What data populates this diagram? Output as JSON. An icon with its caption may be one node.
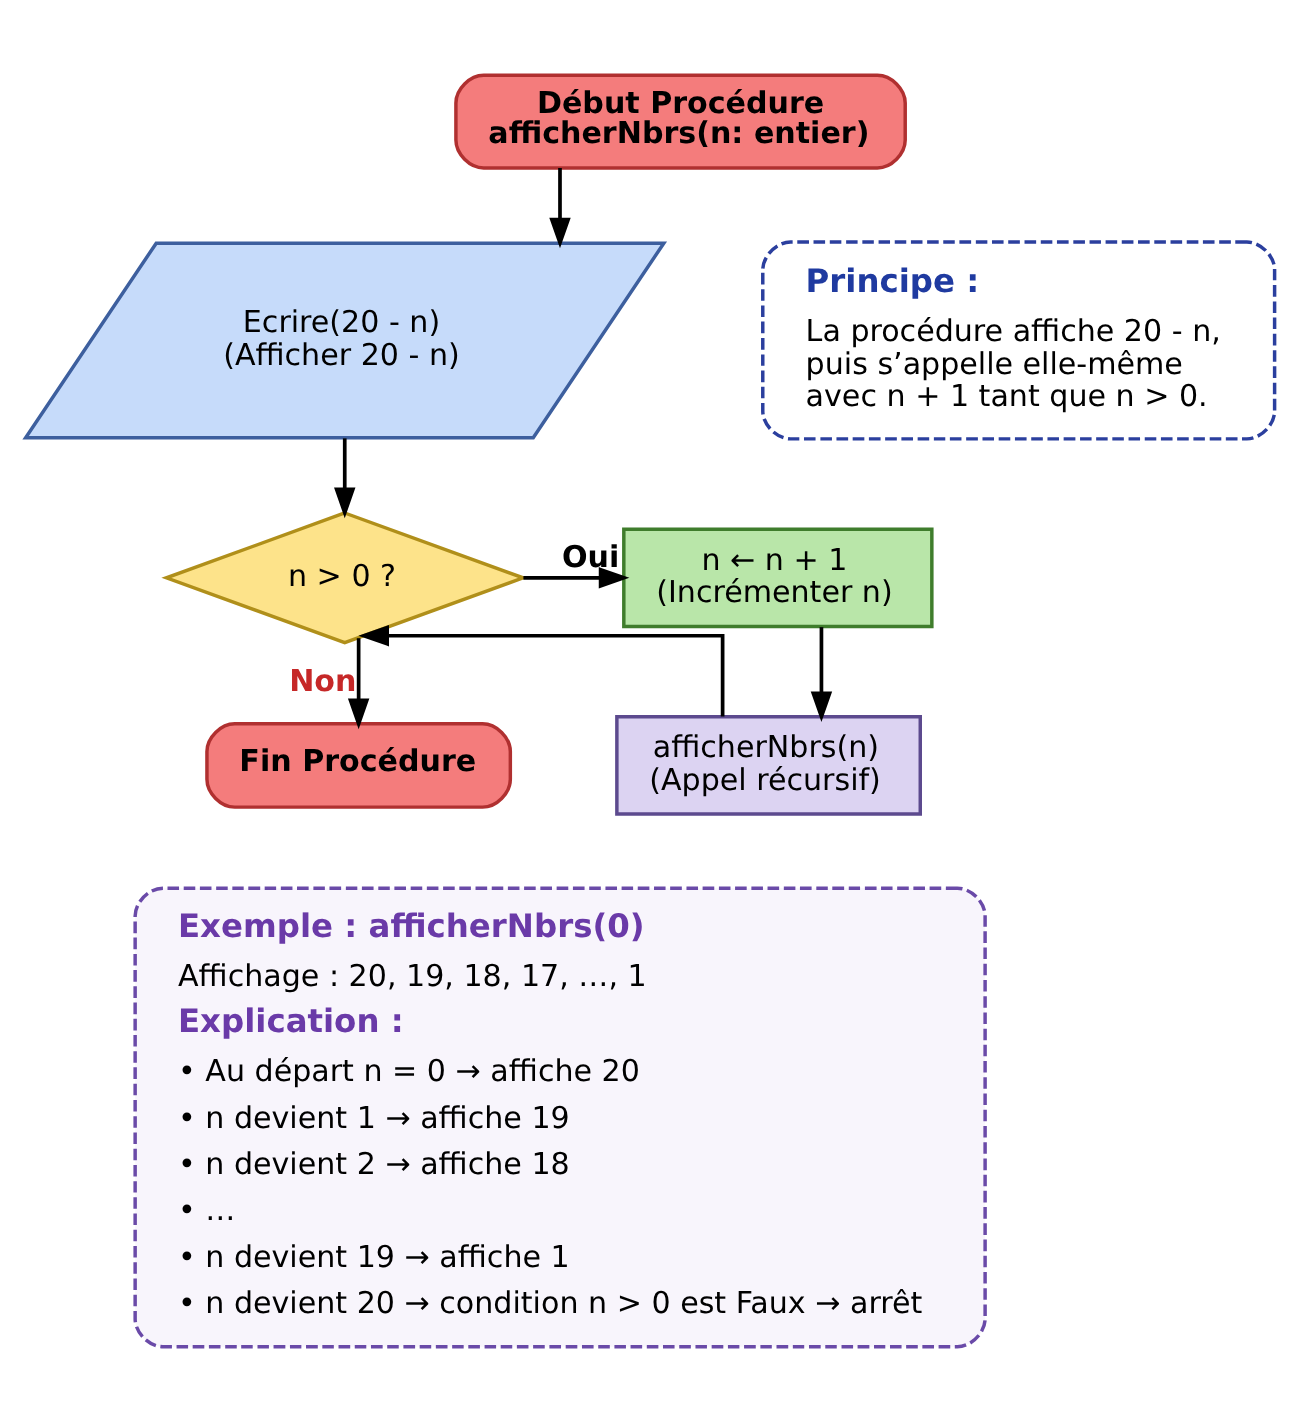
{
  "diagram": {
    "nodes": [
      {
        "text": [
          "Début Procédure afficherNbrs(n: entier)"
        ]
      },
      {
        "text": [
          "Ecrire(20 - n)",
          "(Afficher 20 - n)"
        ]
      },
      {
        "text": [
          "n > 0 ?"
        ]
      },
      {
        "text": [
          "n ← n + 1",
          "(Incrémenter n)"
        ]
      },
      {
        "text": [
          "afficherNbrs(n)",
          "(Appel récursif)"
        ]
      },
      {
        "text": [
          "Fin Procédure"
        ]
      },
      {
        "text": [
          "Principe :",
          "La procédure affiche 20 - n, puis s’appelle elle-même avec n + 1 tant que n > 0."
        ]
      },
      {
        "text": [
          "Exemple : afficherNbrs(0)",
          "Affichage : 20, 19, 18, 17, …, 1",
          "Explication :",
          "• Au départ n = 0 → affiche 20",
          "• n devient 1 → affiche 19",
          "• n devient 2 → affiche 18",
          "• …",
          "• n devient 19 → affiche 1",
          "• n devient 20 → condition n > 0 est Faux → arrêt"
        ]
      }
    ],
    "edges": [
      {
        "from": 0,
        "to": 1,
        "arrow": "to"
      },
      {
        "from": 1,
        "to": 2,
        "arrow": "to"
      },
      {
        "from": 2,
        "to": 3,
        "arrow": "to",
        "label": "Oui"
      },
      {
        "from": 3,
        "to": 4,
        "arrow": "to"
      },
      {
        "from": 4,
        "to": 2,
        "arrow": "to"
      },
      {
        "from": 2,
        "to": 5,
        "arrow": "to",
        "label": "Non"
      }
    ]
  }
}
